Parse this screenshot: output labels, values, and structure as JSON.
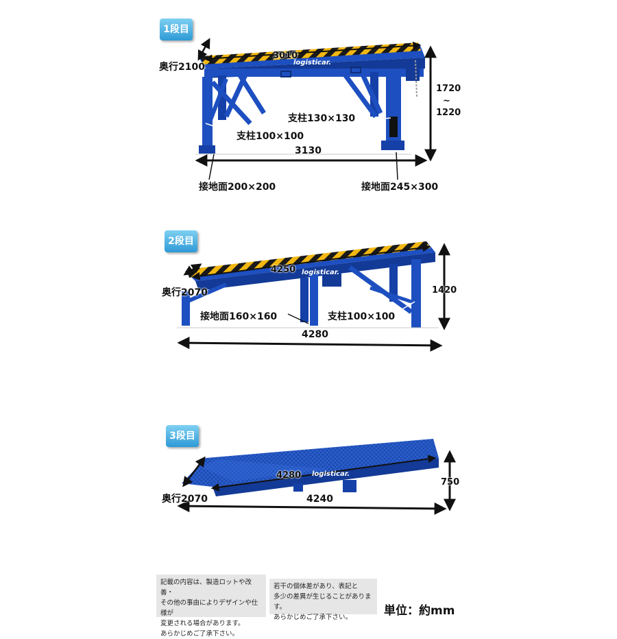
{
  "colors": {
    "ramp_blue": "#1d4fc0",
    "ramp_dark": "#133a96",
    "stripe_yellow": "#f2b711",
    "badge_blue": "#2e9ad6"
  },
  "brand": "logisticar.",
  "sections": [
    {
      "badge": "1段目",
      "depth": "奥行2100",
      "top_length": "3010",
      "height_max": "1720",
      "height_sep": "~",
      "height_min": "1220",
      "post_large": "支柱130×130",
      "post_small": "支柱100×100",
      "total_length": "3130",
      "foot_left": "接地面200×200",
      "foot_right": "接地面245×300"
    },
    {
      "badge": "2段目",
      "top_length": "4250",
      "depth": "奥行2070",
      "height": "1420",
      "foot": "接地面160×160",
      "post": "支柱100×100",
      "total_length": "4280"
    },
    {
      "badge": "3段目",
      "top_length": "4280",
      "depth": "奥行2070",
      "height": "750",
      "total_length": "4240"
    }
  ],
  "notes": {
    "left": [
      "記載の内容は、製造ロットや改善・",
      "その他の事由によりデザインや仕様が",
      "変更される場合があります。",
      "あらかじめご了承下さい。"
    ],
    "right": [
      "若干の個体差があり、表記と",
      "多少の差異が生じることがあります。",
      "あらかじめご了承下さい。"
    ]
  },
  "unit": "単位：約mm"
}
